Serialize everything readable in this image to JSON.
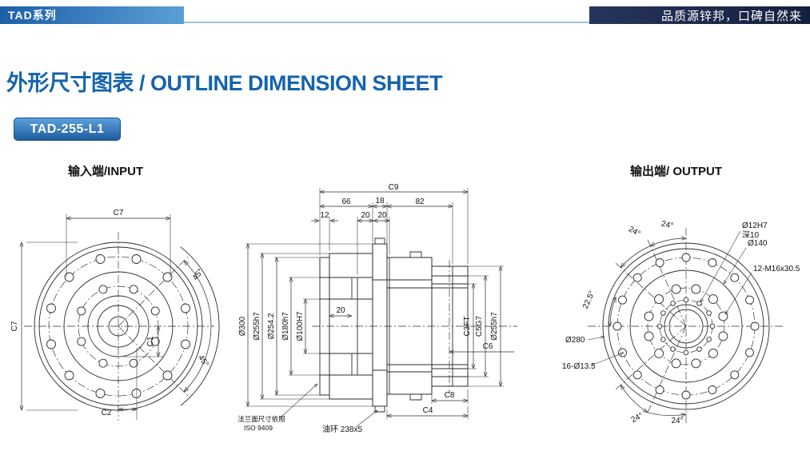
{
  "header": {
    "series": "TAD系列",
    "slogan": "品质源锌邦，口碑自然来"
  },
  "title": "外形尺寸图表 / OUTLINE DIMENSION SHEET",
  "badge": "TAD-255-L1",
  "input_view": {
    "label": "输入端/INPUT",
    "dims": {
      "c7_top": "C7",
      "c7_left": "C7",
      "c1": "C1",
      "c2": "C2",
      "angle_upper": "45°",
      "angle_lower": "45°"
    }
  },
  "section_view": {
    "dims": {
      "c9": "C9",
      "len66": "66",
      "len18": "18",
      "len82": "82",
      "len12": "12",
      "len20a": "20",
      "len20b": "20",
      "len20_inner": "20",
      "dia300": "Ø300",
      "dia255_left": "Ø255h7",
      "dia254": "Ø254.2",
      "dia180": "Ø180h7",
      "dia100": "Ø100H7",
      "c3": "C3FT",
      "c5": "C5G7",
      "dia255_right": "Ø255h7",
      "c6": "C6",
      "c8": "C8",
      "c4": "C4"
    },
    "notes": {
      "flange_line1": "法兰面尺寸依照",
      "flange_line2": "ISO 9409",
      "oil_ring": "油环 238x5"
    }
  },
  "output_view": {
    "label": "输出端/ OUTPUT",
    "dims": {
      "angle24_top_left": "24°",
      "angle24_top_right": "24°",
      "dia12": "Ø12H7",
      "depth10": "深10",
      "dia140": "Ø140",
      "m16": "12-M16x30.5",
      "angle225": "22.5°",
      "dia280": "Ø280",
      "holes16": "16-Ø13.5",
      "angle24_bottom_left": "24°",
      "angle24_bottom_right": "24°"
    }
  }
}
